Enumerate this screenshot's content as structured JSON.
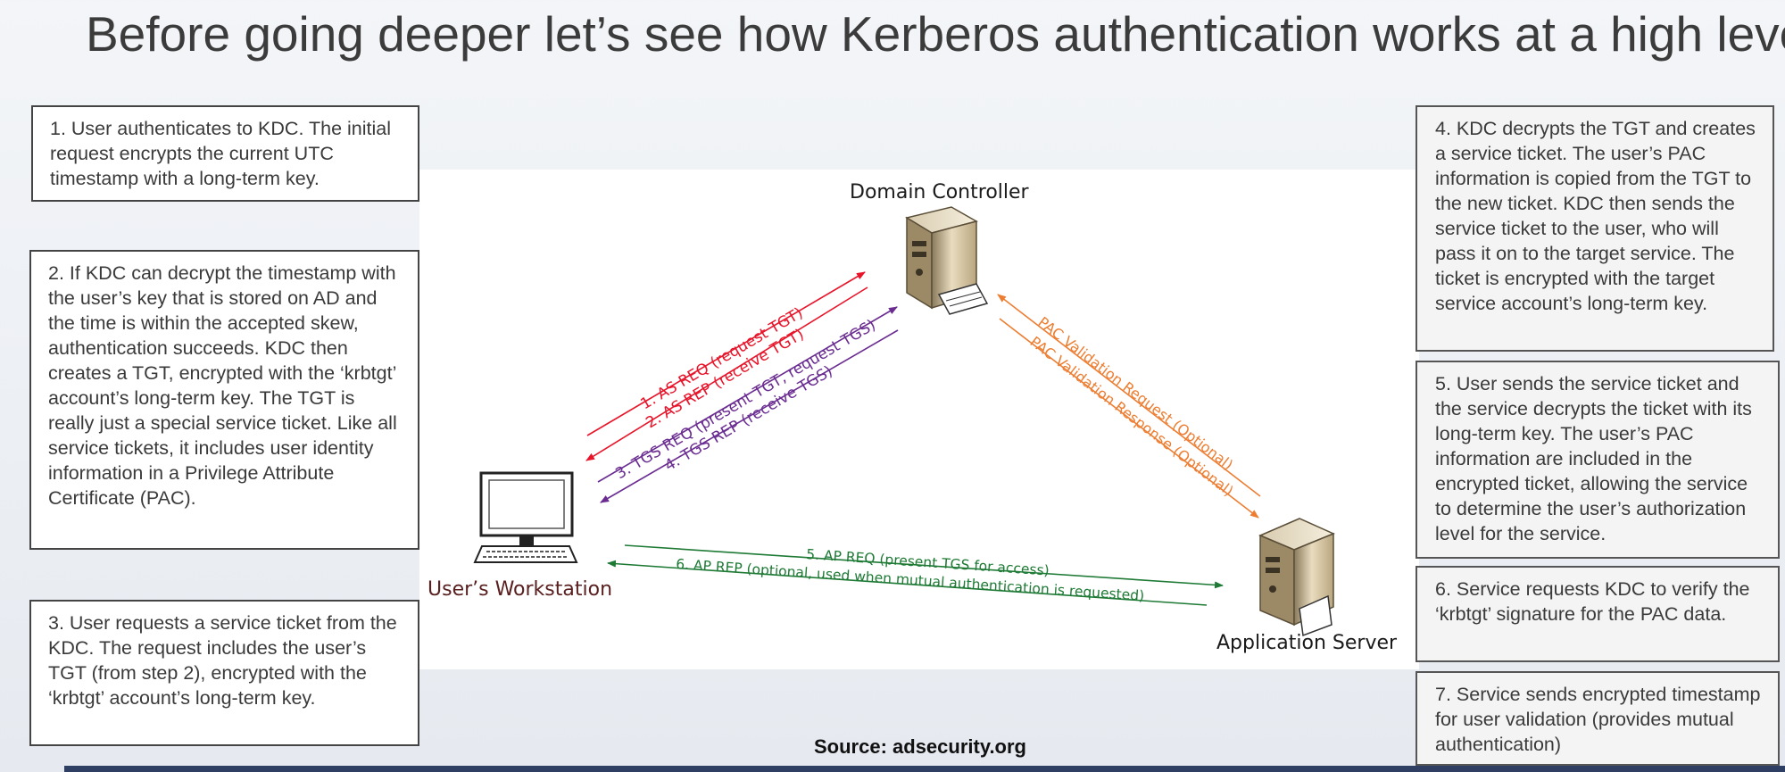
{
  "title": "Before going deeper let’s see how Kerberos authentication works at a high level.",
  "nodes": {
    "dc": "Domain Controller",
    "workstation": "User’s Workstation",
    "app_server": "Application Server"
  },
  "arrows": {
    "as_req": "1. AS REQ (request TGT)",
    "as_rep": "2. AS REP (receive TGT)",
    "tgs_req": "3. TGS REQ (present TGT, request TGS)",
    "tgs_rep": "4. TGS REP (receive TGS)",
    "pac_req": "PAC Validation Request (Optional)",
    "pac_resp": "PAC Validation Response (Optional)",
    "ap_req": "5. AP REQ (present TGS for access)",
    "ap_rep": "6. AP REP (optional, used when mutual authentication is requested)"
  },
  "colors": {
    "as": "#e8142a",
    "tgs": "#6a2c91",
    "pac": "#ed7d31",
    "ap": "#1e7a35"
  },
  "steps": {
    "s1": "1. User authenticates to KDC. The initial request encrypts the current UTC timestamp with a long-term key.",
    "s2": "2. If KDC can decrypt the timestamp with the user’s key that is stored on AD and the time is within the accepted skew, authentication succeeds. KDC then creates a TGT, encrypted with the ‘krbtgt’ account’s long-term key. The TGT is really just a special service ticket. Like all service tickets, it includes user identity information in a Privilege Attribute Certificate (PAC).",
    "s3": "3. User requests a service ticket from the KDC. The request includes the user’s TGT (from step 2), encrypted with the ‘krbtgt’ account’s long-term key.",
    "s4": "4. KDC decrypts the TGT and creates a service ticket. The user’s PAC information is copied from the TGT to the new ticket. KDC then sends the service ticket to the user, who will pass it on to the target service. The ticket is encrypted with the target service account’s long-term key.",
    "s5": "5. User sends the service ticket and the service decrypts the ticket with its long-term key. The user’s PAC information are included in the encrypted ticket, allowing the service to determine the user’s authorization level for the service.",
    "s6": "6. Service requests KDC to verify the ‘krbtgt’ signature for the PAC data.",
    "s7": "7. Service sends encrypted timestamp for user validation (provides mutual authentication)"
  },
  "source": "Source: adsecurity.org"
}
